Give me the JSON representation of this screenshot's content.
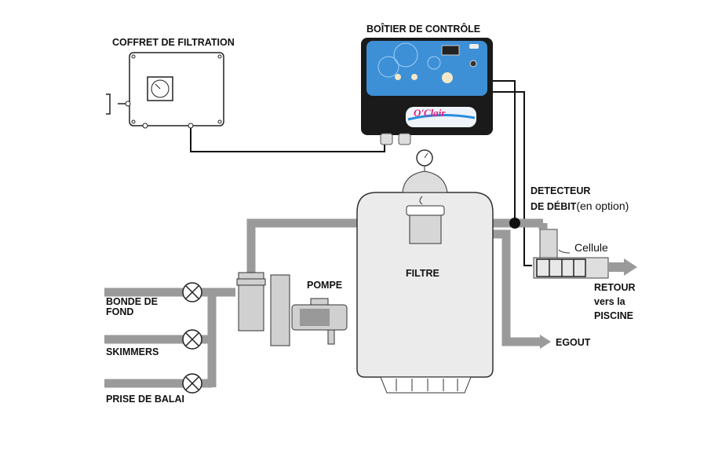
{
  "labels": {
    "coffret": "COFFRET DE FILTRATION",
    "boitier": "BOÎTIER DE CONTRÔLE",
    "detecteur_line1": "DETECTEUR",
    "detecteur_line2": "DE DÉBIT",
    "detecteur_option": "(en option)",
    "cellule": "Cellule",
    "retour_line1": "RETOUR",
    "retour_line2": "vers la",
    "retour_line3": "PISCINE",
    "filtre": "FILTRE",
    "pompe": "POMPE",
    "egout": "EGOUT",
    "bonde_line1": "BONDE DE",
    "bonde_line2": "FOND",
    "skimmers": "SKIMMERS",
    "prise_balai": "PRISE DE BALAI"
  },
  "logo_text": "O'Clair",
  "colors": {
    "pipe": "#9a9a9a",
    "panel_blue": "#3d8fd6",
    "box_black": "#1a1a1a",
    "logo_pink": "#e0207a"
  }
}
